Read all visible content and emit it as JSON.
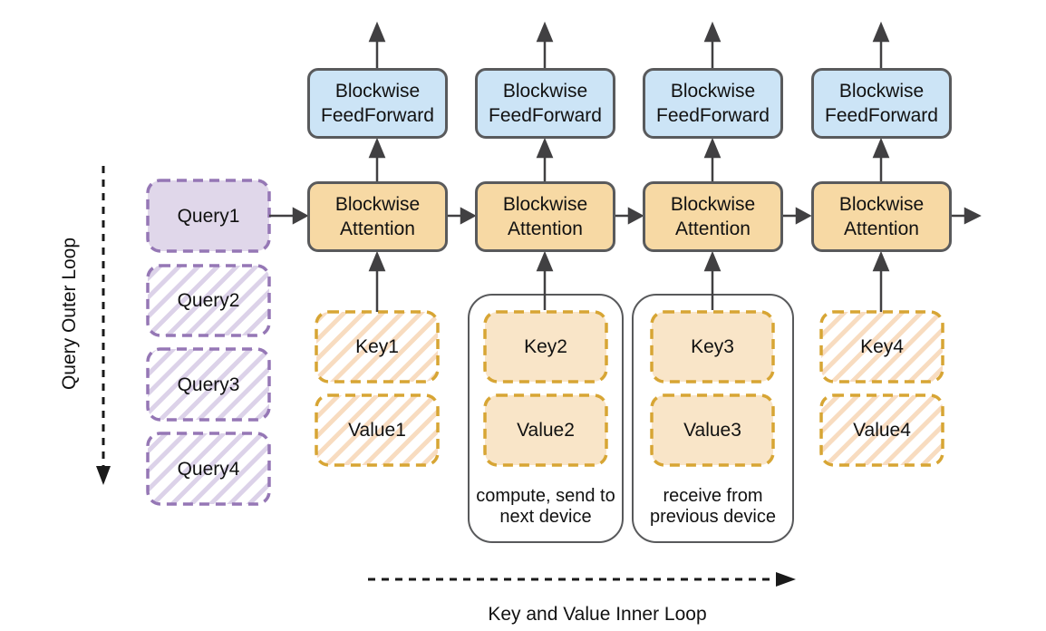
{
  "loops": {
    "outer_label": "Query Outer Loop",
    "inner_label": "Key and Value Inner Loop"
  },
  "queries": [
    {
      "label": "Query1"
    },
    {
      "label": "Query2"
    },
    {
      "label": "Query3"
    },
    {
      "label": "Query4"
    }
  ],
  "columns": [
    {
      "ff_line1": "Blockwise",
      "ff_line2": "FeedForward",
      "attn_line1": "Blockwise",
      "attn_line2": "Attention",
      "key": "Key1",
      "value": "Value1"
    },
    {
      "ff_line1": "Blockwise",
      "ff_line2": "FeedForward",
      "attn_line1": "Blockwise",
      "attn_line2": "Attention",
      "key": "Key2",
      "value": "Value2"
    },
    {
      "ff_line1": "Blockwise",
      "ff_line2": "FeedForward",
      "attn_line1": "Blockwise",
      "attn_line2": "Attention",
      "key": "Key3",
      "value": "Value3"
    },
    {
      "ff_line1": "Blockwise",
      "ff_line2": "FeedForward",
      "attn_line1": "Blockwise",
      "attn_line2": "Attention",
      "key": "Key4",
      "value": "Value4"
    }
  ],
  "annotations": {
    "compute_line1": "compute, send to",
    "compute_line2": "next device",
    "receive_line1": "receive from",
    "receive_line2": "previous device"
  },
  "colors": {
    "feedforward_fill": "#cce4f6",
    "attention_fill": "#f7d9a4",
    "kv_solid_fill": "#f9e5c8",
    "kv_hatch_stripe": "#f8dcc0",
    "kv_dash_border": "#d7a534",
    "query_fill": "#e0d7ea",
    "query_hatch_stripe": "#dcd2e9",
    "query_dash_border": "#9577b5",
    "box_border": "#595a5c",
    "container_border": "#58595b",
    "arrow": "#414042",
    "loop_arrow": "#1a1a1a"
  }
}
